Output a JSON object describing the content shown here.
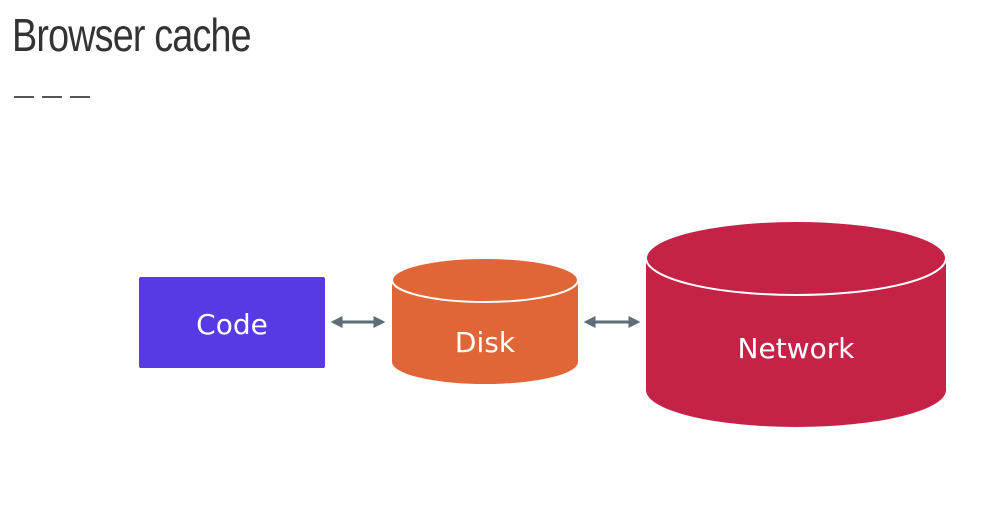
{
  "slide": {
    "title": "Browser cache"
  },
  "diagram": {
    "nodes": [
      {
        "id": "code",
        "label": "Code",
        "shape": "rectangle",
        "color": "#5839E3"
      },
      {
        "id": "disk",
        "label": "Disk",
        "shape": "cylinder",
        "color": "#E06637"
      },
      {
        "id": "network",
        "label": "Network",
        "shape": "cylinder",
        "color": "#C42347"
      }
    ],
    "edges": [
      {
        "from": "code",
        "to": "disk",
        "direction": "bidirectional",
        "color": "#5E6E78"
      },
      {
        "from": "disk",
        "to": "network",
        "direction": "bidirectional",
        "color": "#5E6E78"
      }
    ]
  }
}
